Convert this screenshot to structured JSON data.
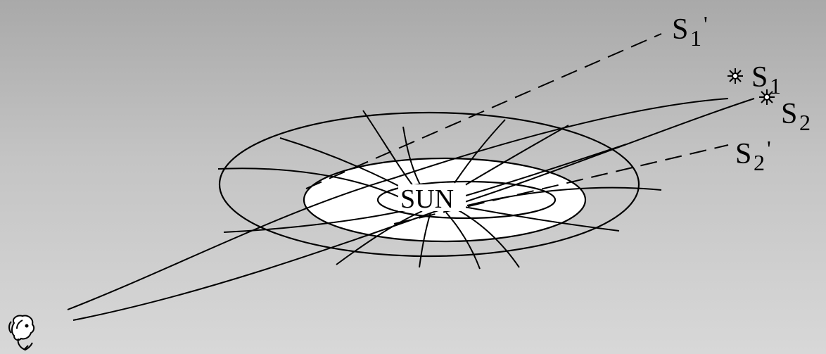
{
  "diagram": {
    "sun_label": "SUN",
    "stars": [
      {
        "id": "s1",
        "label": "S",
        "subscript": "1",
        "icon": "star-icon"
      },
      {
        "id": "s2",
        "label": "S",
        "subscript": "2",
        "icon": "star-icon"
      }
    ],
    "apparent_positions": [
      {
        "id": "s1-prime",
        "label": "S",
        "subscript": "1",
        "prime": "'"
      },
      {
        "id": "s2-prime",
        "label": "S",
        "subscript": "2",
        "prime": "'"
      }
    ],
    "observer_icon": "observer-face-icon",
    "colors": {
      "background_top": "#a9a9a9",
      "background_bottom": "#d8d8d8",
      "ink": "#000000",
      "inner_ellipse_fill": "#ffffff"
    }
  }
}
